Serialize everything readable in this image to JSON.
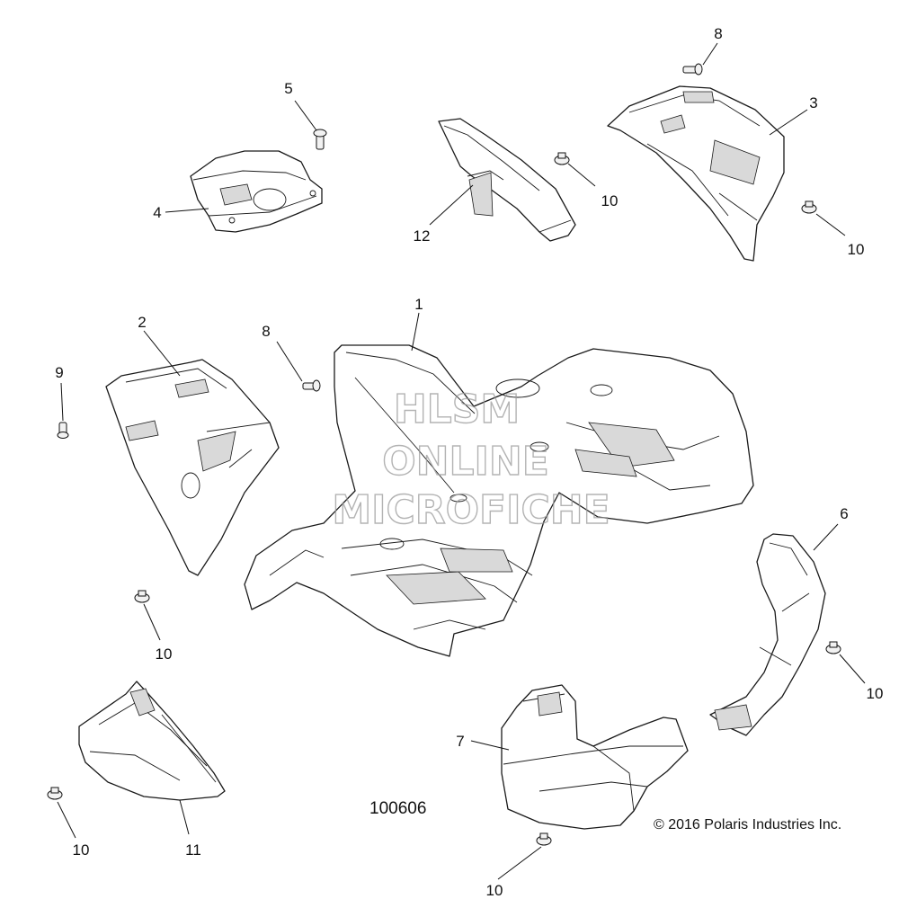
{
  "diagram": {
    "id": "100606",
    "copyright": "© 2016 Polaris Industries Inc.",
    "watermark": [
      "HLSM",
      "ONLINE",
      "MICROFICHE"
    ]
  },
  "callouts": [
    {
      "key": "c1",
      "label": "1"
    },
    {
      "key": "c2",
      "label": "2"
    },
    {
      "key": "c3",
      "label": "3"
    },
    {
      "key": "c4",
      "label": "4"
    },
    {
      "key": "c5",
      "label": "5"
    },
    {
      "key": "c6",
      "label": "6"
    },
    {
      "key": "c7",
      "label": "7"
    },
    {
      "key": "c8a",
      "label": "8"
    },
    {
      "key": "c8b",
      "label": "8"
    },
    {
      "key": "c9",
      "label": "9"
    },
    {
      "key": "c10a",
      "label": "10"
    },
    {
      "key": "c10b",
      "label": "10"
    },
    {
      "key": "c10c",
      "label": "10"
    },
    {
      "key": "c10d",
      "label": "10"
    },
    {
      "key": "c10e",
      "label": "10"
    },
    {
      "key": "c10f",
      "label": "10"
    },
    {
      "key": "c11",
      "label": "11"
    },
    {
      "key": "c12",
      "label": "12"
    }
  ]
}
